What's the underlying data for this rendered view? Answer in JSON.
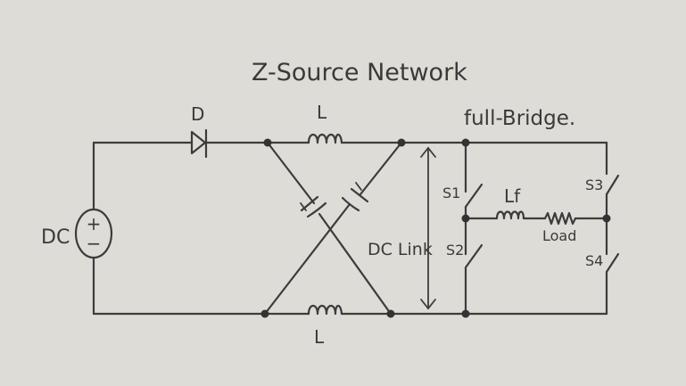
{
  "title": "Z-Source Network",
  "labels": {
    "diode": "D",
    "inductor_top": "L",
    "inductor_bottom": "L",
    "source": "DC",
    "source_plus": "+",
    "source_minus": "−",
    "dc_link": "DC Link",
    "full_bridge": "full-Bridge.",
    "s1": "S1",
    "s2": "S2",
    "s3": "S3",
    "s4": "S4",
    "lf": "Lf",
    "load": "Load"
  },
  "colors": {
    "paper": "#dedcd7",
    "ink": "#3c3c3c"
  }
}
